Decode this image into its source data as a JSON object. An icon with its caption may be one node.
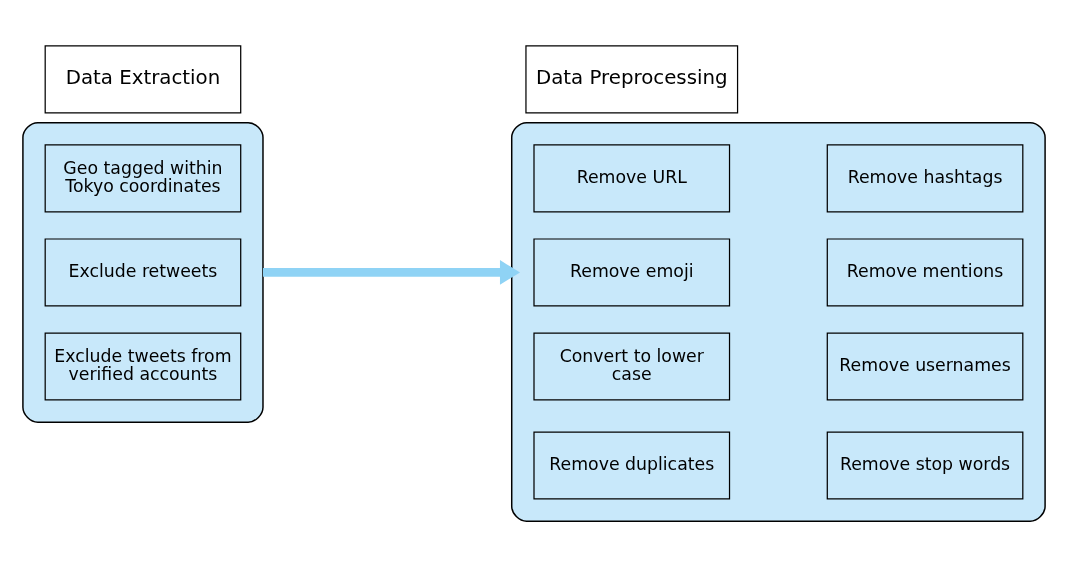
{
  "diagram": {
    "nodes": [
      {
        "text": [
          "Data Extraction"
        ]
      },
      {
        "text": [],
        "shape": "box"
      },
      {
        "text": [
          "Geo tagged within Tokyo coordinates"
        ],
        "in": 1
      },
      {
        "text": [
          "Exclude retweets"
        ],
        "in": 1
      },
      {
        "text": [
          "Exclude tweets from verified accounts"
        ],
        "in": 1
      },
      {
        "text": [
          "Data Preprocessing"
        ]
      },
      {
        "text": [],
        "shape": "box"
      },
      {
        "text": [
          "Remove URL"
        ],
        "in": 6
      },
      {
        "text": [
          "Remove hashtags"
        ],
        "in": 6
      },
      {
        "text": [
          "Remove emoji"
        ],
        "in": 6
      },
      {
        "text": [
          "Remove mentions"
        ],
        "in": 6
      },
      {
        "text": [
          "Convert to lower case"
        ],
        "in": 6
      },
      {
        "text": [
          "Remove usernames"
        ],
        "in": 6
      },
      {
        "text": [
          "Remove duplicates"
        ],
        "in": 6
      },
      {
        "text": [
          "Remove stop words"
        ],
        "in": 6
      }
    ],
    "edges": [
      {
        "from": 1,
        "to": 6,
        "arrow": "to"
      }
    ]
  }
}
